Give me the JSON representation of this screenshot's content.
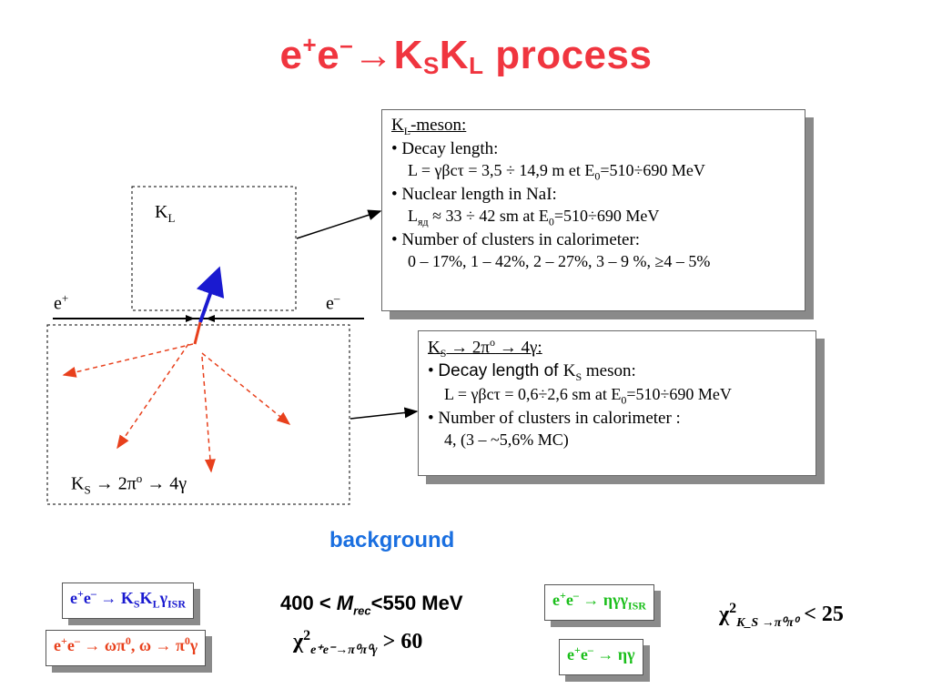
{
  "title": {
    "main": "e",
    "sup1": "+",
    "e2": "e",
    "sup2": "–",
    "arrow": "→K",
    "sub1": "S",
    "k2": "K",
    "sub2": "L",
    "rest": " process"
  },
  "kl_box": {
    "header_k": "K",
    "header_sub": "L",
    "header_rest": "-meson:",
    "line1": "• Decay length:",
    "line2a": "L =  γβcτ = 3,5 ÷ 14,9 m et E",
    "line2_sub": "0",
    "line2b": "=510÷690 MeV",
    "line3": "• Nuclear length in NaI:",
    "line4a": "L",
    "line4_sub": "яд",
    "line4b": " ≈ 33 ÷ 42 sm at E",
    "line4_sub2": "0",
    "line4c": "=510÷690 MeV",
    "line5": "• Number of clusters in calorimeter:",
    "line6": "0 – 17%, 1 – 42%, 2 – 27%, 3 – 9 %, ≥4 – 5%"
  },
  "ks_box": {
    "header_k": "K",
    "header_sub": "S",
    "header_rest": " → 2π",
    "header_sup": "o",
    "header_end": " → 4γ:",
    "line1a": "• ",
    "line1b": "Decay length of ",
    "line1k": "K",
    "line1sub": "S",
    "line1c": " meson:",
    "line2a": "L = γβcτ = 0,6÷2,6 sm at E",
    "line2_sub": "0",
    "line2b": "=510÷690 MeV",
    "line3": "• Number of clusters in calorimeter :",
    "line4": "4,  (3 – ~5,6% MC)"
  },
  "diagram": {
    "kl_label": "K",
    "kl_sub": "L",
    "eplus": "e",
    "eplus_sup": "+",
    "eminus": "e",
    "eminus_sup": "–",
    "ks_label_a": "K",
    "ks_label_sub": "S",
    "ks_label_b": " → 2π",
    "ks_label_sup": "o",
    "ks_label_c": " → 4γ"
  },
  "background_label": "background",
  "mrec": {
    "a": "400 < ",
    "m": "M",
    "sub": "rec",
    "b": "<550 MeV"
  },
  "pills": {
    "p1": {
      "a": "e",
      "s1": "+",
      "b": "e",
      "s2": "–",
      "c": " → K",
      "sub1": "S",
      "d": "K",
      "sub2": "L",
      "e": "γ",
      "sub3": "ISR"
    },
    "p2": {
      "a": "e",
      "s1": "+",
      "b": "e",
      "s2": "–",
      "c": " → ωπ",
      "s3": "0",
      "d": ", ω → π",
      "s4": "0",
      "e": "γ"
    },
    "p3": {
      "a": "e",
      "s1": "+",
      "b": "e",
      "s2": "–",
      "c": " → ηγγ",
      "sub1": "ISR"
    },
    "p4": {
      "a": "e",
      "s1": "+",
      "b": "e",
      "s2": "–",
      "c": " → ηγ"
    }
  },
  "chi1": {
    "chi": "χ",
    "sup": "2",
    "sub": "e⁺e⁻→π⁰π⁰γ",
    "rel": " > 60"
  },
  "chi2": {
    "chi": "χ",
    "sup": "2",
    "sub": "K_S →π⁰π⁰",
    "rel": "  < 25"
  },
  "colors": {
    "title": "#f0353f",
    "blue_arrow": "#1a1ad0",
    "red": "#e8401c",
    "green": "#1bbf1b",
    "background_label": "#1a6fe0"
  }
}
